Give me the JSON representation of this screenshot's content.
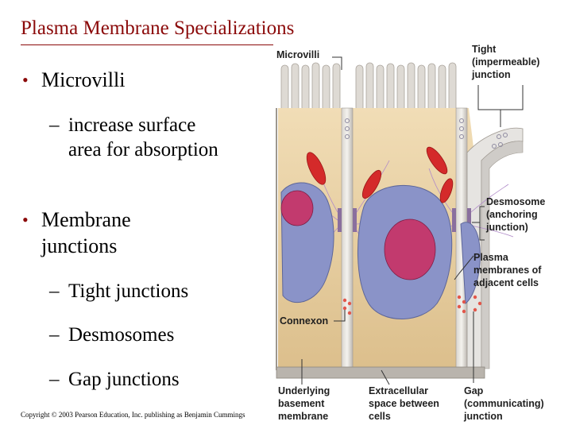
{
  "slide": {
    "title": "Plasma Membrane Specializations",
    "bullets": [
      {
        "text": "Microvilli",
        "subs": [
          {
            "line1": "increase surface",
            "line2": "area for absorption"
          }
        ]
      },
      {
        "line1": "Membrane",
        "line2": "junctions",
        "subs": [
          "Tight junctions",
          "Desmosomes",
          "Gap junctions"
        ]
      }
    ],
    "bullet_glyph": "•",
    "dash_glyph": "–",
    "copyright": "Copyright © 2003 Pearson Education, Inc. publishing as Benjamin Cummings"
  },
  "figure": {
    "labels": {
      "microvilli": "Microvilli",
      "tight_1": "Tight",
      "tight_2": "(impermeable)",
      "tight_3": "junction",
      "desmosome_1": "Desmosome",
      "desmosome_2": "(anchoring",
      "desmosome_3": "junction)",
      "plasma_1": "Plasma",
      "plasma_2": "membranes of",
      "plasma_3": "adjacent cells",
      "connexon": "Connexon",
      "basement_1": "Underlying",
      "basement_2": "basement",
      "basement_3": "membrane",
      "extracellular_1": "Extracellular",
      "extracellular_2": "space between",
      "extracellular_3": "cells",
      "gap_1": "Gap",
      "gap_2": "(communicating)",
      "gap_3": "junction"
    },
    "colors": {
      "cytoplasm": "#e8cfa0",
      "membrane": "#c9c4bd",
      "nucleus": "#8a93c8",
      "nucleolus": "#c23a6e",
      "mitochondria": "#d42a2a",
      "basement": "#b9b4ad",
      "title": "#8b0a0a"
    }
  }
}
